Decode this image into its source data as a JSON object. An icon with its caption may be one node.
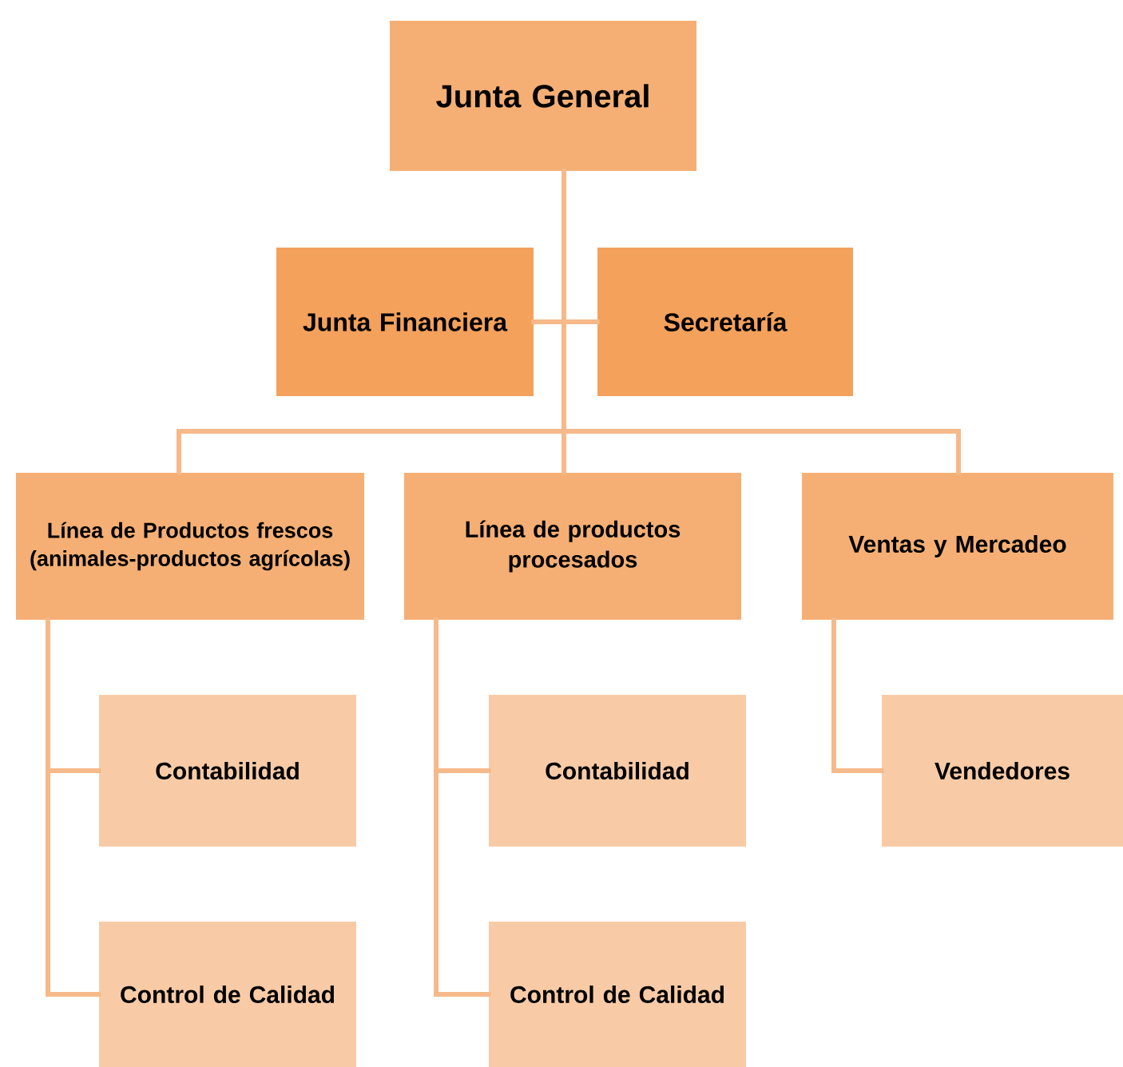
{
  "diagram": {
    "nodes": [
      {
        "text": [
          "Junta General"
        ]
      },
      {
        "text": [
          "Junta Financiera"
        ]
      },
      {
        "text": [
          "Secretaría"
        ]
      },
      {
        "text": [
          "Línea de Productos frescos (animales-productos agrícolas)"
        ]
      },
      {
        "text": [
          "Línea de productos procesados"
        ]
      },
      {
        "text": [
          "Ventas y Mercadeo"
        ]
      },
      {
        "text": [
          "Contabilidad"
        ]
      },
      {
        "text": [
          "Control de Calidad"
        ]
      },
      {
        "text": [
          "Contabilidad"
        ]
      },
      {
        "text": [
          "Control de Calidad"
        ]
      },
      {
        "text": [
          "Vendedores"
        ]
      }
    ],
    "edges": [
      {
        "from": 0,
        "to": 1,
        "arrow": "none"
      },
      {
        "from": 0,
        "to": 2,
        "arrow": "none"
      },
      {
        "from": 0,
        "to": 3,
        "arrow": "none"
      },
      {
        "from": 0,
        "to": 4,
        "arrow": "none"
      },
      {
        "from": 0,
        "to": 5,
        "arrow": "none"
      },
      {
        "from": 3,
        "to": 6,
        "arrow": "none"
      },
      {
        "from": 3,
        "to": 7,
        "arrow": "none"
      },
      {
        "from": 4,
        "to": 8,
        "arrow": "none"
      },
      {
        "from": 4,
        "to": 9,
        "arrow": "none"
      },
      {
        "from": 5,
        "to": 10,
        "arrow": "none"
      }
    ]
  }
}
